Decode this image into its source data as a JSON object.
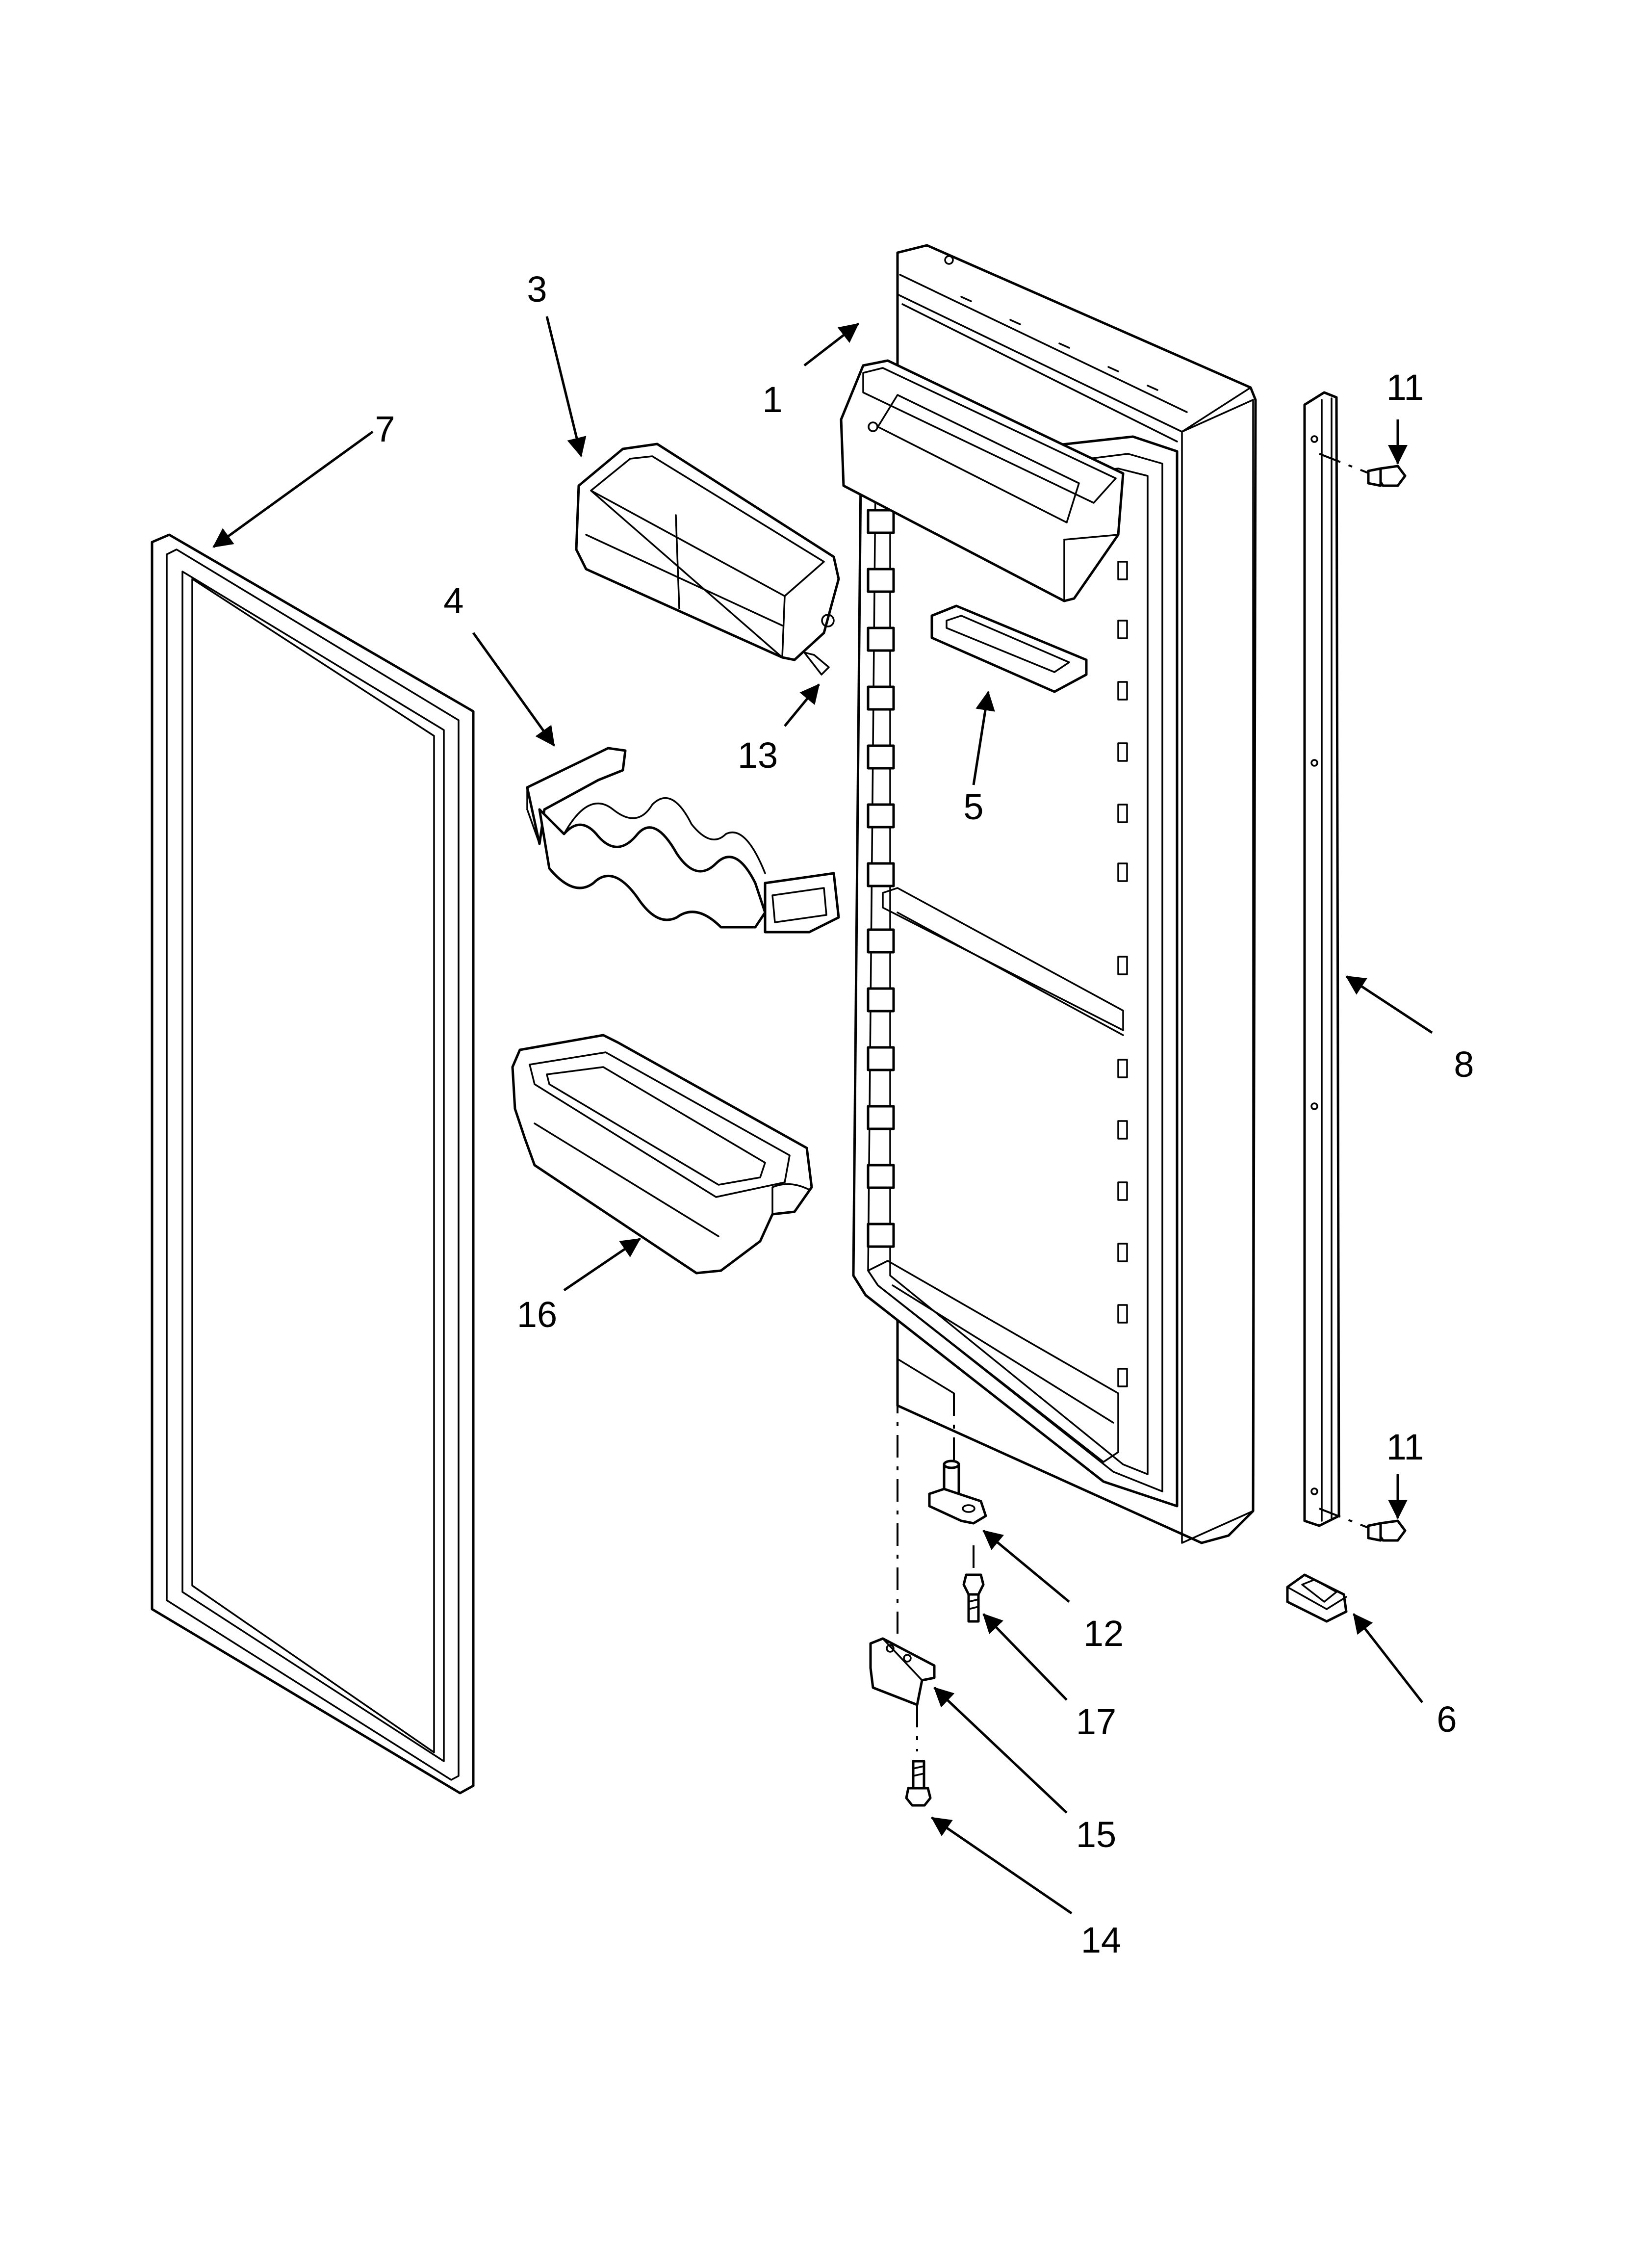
{
  "diagram": {
    "callouts": [
      {
        "id": "1",
        "label": "1"
      },
      {
        "id": "3",
        "label": "3"
      },
      {
        "id": "4",
        "label": "4"
      },
      {
        "id": "5",
        "label": "5"
      },
      {
        "id": "6",
        "label": "6"
      },
      {
        "id": "7",
        "label": "7"
      },
      {
        "id": "8",
        "label": "8"
      },
      {
        "id": "11a",
        "label": "11"
      },
      {
        "id": "11b",
        "label": "11"
      },
      {
        "id": "12",
        "label": "12"
      },
      {
        "id": "13",
        "label": "13"
      },
      {
        "id": "14",
        "label": "14"
      },
      {
        "id": "15",
        "label": "15"
      },
      {
        "id": "16",
        "label": "16"
      },
      {
        "id": "17",
        "label": "17"
      }
    ]
  },
  "colors": {
    "line": "#000000",
    "background": "#ffffff"
  }
}
